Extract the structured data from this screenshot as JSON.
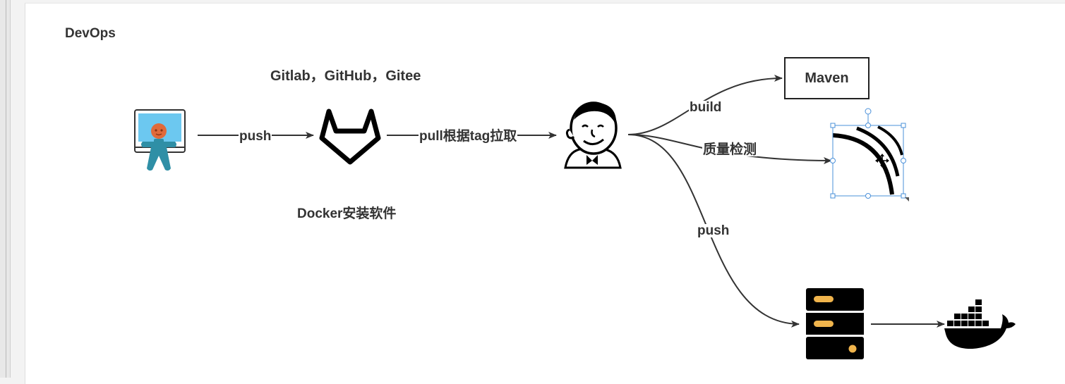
{
  "diagram": {
    "title": "DevOps",
    "repo_label": "Gitlab，GitHub，Gitee",
    "docker_note": "Docker安装软件",
    "maven_label": "Maven"
  },
  "edges": {
    "developer_to_gitlab": "push",
    "gitlab_to_jenkins": "pull根据tag拉取",
    "jenkins_to_maven": "build",
    "jenkins_to_quality": "质量检测",
    "jenkins_to_server": "push"
  },
  "icons": {
    "developer": "developer-icon",
    "gitlab": "gitlab-icon",
    "jenkins": "jenkins-icon",
    "quality": "sonarqube-icon",
    "server": "server-icon",
    "docker": "docker-icon"
  },
  "colors": {
    "line": "#333333",
    "selection": "#4a90d9",
    "server_slot": "#f0b44c",
    "developer_screen": "#6cc8f0",
    "developer_body": "#2f8fa6",
    "developer_head": "#e06a3a"
  }
}
